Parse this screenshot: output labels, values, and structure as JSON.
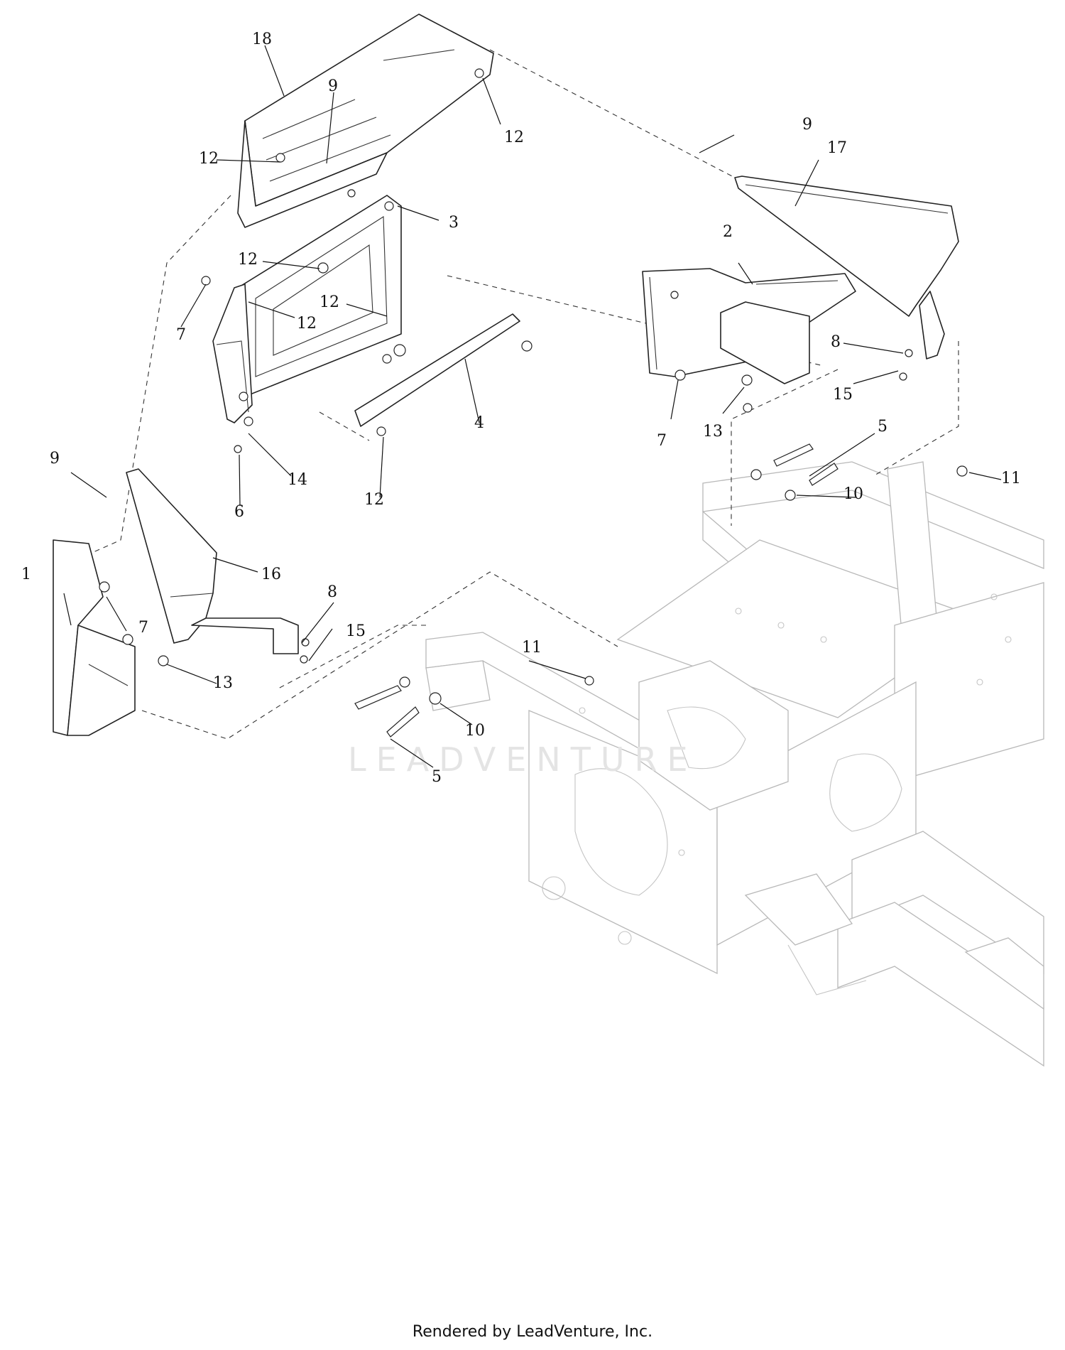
{
  "watermark": "LEADVENTURE",
  "footer": "Rendered by LeadVenture, Inc.",
  "callouts": [
    {
      "id": "1"
    },
    {
      "id": "2"
    },
    {
      "id": "3"
    },
    {
      "id": "4"
    },
    {
      "id": "5"
    },
    {
      "id": "6"
    },
    {
      "id": "7"
    },
    {
      "id": "8"
    },
    {
      "id": "9"
    },
    {
      "id": "10"
    },
    {
      "id": "11"
    },
    {
      "id": "12"
    },
    {
      "id": "13"
    },
    {
      "id": "14"
    },
    {
      "id": "15"
    },
    {
      "id": "16"
    },
    {
      "id": "17"
    },
    {
      "id": "18"
    }
  ]
}
